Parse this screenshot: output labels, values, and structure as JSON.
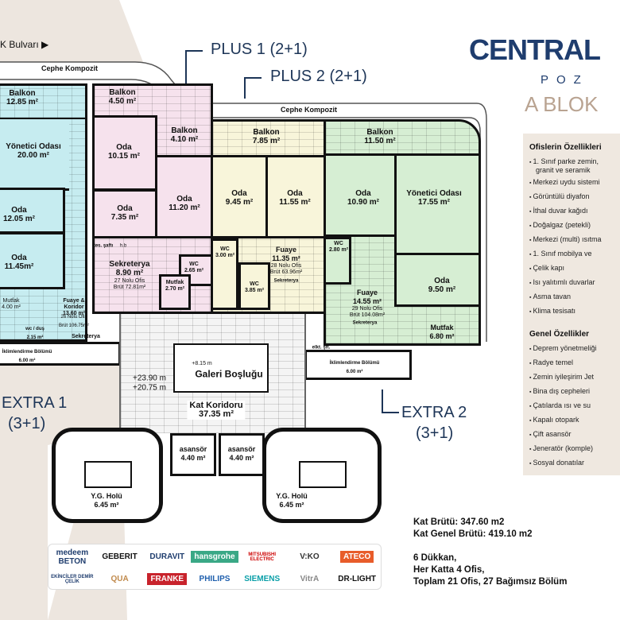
{
  "street": "K Bulvarı ▶",
  "facade": [
    "Cephe Kompozit",
    "Cephe Kompozit"
  ],
  "types": {
    "plus1": "PLUS 1 (2+1)",
    "plus2": "PLUS 2 (2+1)",
    "extra1_a": "EXTRA 1",
    "extra1_b": "(3+1)",
    "extra2_a": "EXTRA 2",
    "extra2_b": "(3+1)"
  },
  "logo": {
    "brand": "CENTRAL",
    "sub": "POZ",
    "block": "A BLOK"
  },
  "rooms": {
    "b_balkon": [
      "Balkon",
      "12.85 m²"
    ],
    "b_yon": [
      "Yönetici Odası",
      "20.00 m²"
    ],
    "b_oda1": [
      "Oda",
      "12.05 m²"
    ],
    "b_oda2": [
      "Oda",
      "11.45m²"
    ],
    "b_mutfak": [
      "Mutfak",
      "4.00 m²"
    ],
    "b_fuaye": [
      "Fuaye &",
      "Koridor",
      "13.60 m²"
    ],
    "b_ofis": [
      "26 Nolu Ofis",
      "Brüt 106.75m²"
    ],
    "b_wc": [
      "wc / duş",
      "2.15 m²"
    ],
    "b_sek": "Sekreterya",
    "b_ikl": [
      "İklimlendirme Bölümü",
      "6.00 m²"
    ],
    "p_balkon": [
      "Balkon",
      "4.50 m²"
    ],
    "p_oda1": [
      "Oda",
      "10.15 m²"
    ],
    "p_oda2": [
      "Oda",
      "7.35 m²"
    ],
    "p_sek": [
      "Sekreterya",
      "8.90 m²"
    ],
    "p_ofis": [
      "27 Nolu Ofis",
      "Brüt 72.81m²"
    ],
    "p_wc": [
      "WC",
      "2.65 m²"
    ],
    "p_mutfak": [
      "Mutfak",
      "2.70 m²"
    ],
    "p_balkon2": [
      "Balkon",
      "4.10 m²"
    ],
    "p_oda3": [
      "Oda",
      "11.20 m²"
    ],
    "y_balkon": [
      "Balkon",
      "7.85 m²"
    ],
    "y_oda1": [
      "Oda",
      "9.45 m²"
    ],
    "y_oda2": [
      "Oda",
      "11.55 m²"
    ],
    "y_wc1": [
      "WC",
      "3.00 m²"
    ],
    "y_fuaye": [
      "Fuaye",
      "11.35 m²"
    ],
    "y_ofis": [
      "28 Nolu Ofis",
      "Brüt 63.96m²"
    ],
    "y_sek": "Sekreterya",
    "y_wc2": [
      "WC",
      "3.85 m²"
    ],
    "g_balkon": [
      "Balkon",
      "11.50 m²"
    ],
    "g_oda1": [
      "Oda",
      "10.90 m²"
    ],
    "g_yon": [
      "Yönetici Odası",
      "17.55 m²"
    ],
    "g_wc": [
      "WC",
      "2.80 m²"
    ],
    "g_fuaye": [
      "Fuaye",
      "14.55 m²"
    ],
    "g_ofis": [
      "29 Nolu Ofis",
      "Brüt 104.08m²"
    ],
    "g_sek": "Sekreterya",
    "g_oda2": [
      "Oda",
      "9.50 m²"
    ],
    "g_mutfak": [
      "Mutfak",
      "6.80 m²"
    ],
    "g_ikl": [
      "İklimlendirme Bölümü",
      "6.00 m²"
    ],
    "g_elk": "elkt. şft.",
    "galeri": "Galeri Boşluğu",
    "galeri_lvl": "+8.15 m",
    "lvl1": "+23.90 m",
    "lvl2": "+20.75 m",
    "koridor": [
      "Kat Koridoru",
      "37.35 m²"
    ],
    "asansor1": [
      "asansör",
      "4.40 m²"
    ],
    "asansor2": [
      "asansör",
      "4.40 m²"
    ],
    "yg1": [
      "Y.G. Holü",
      "6.45 m²"
    ],
    "yg2": [
      "Y.G. Holü",
      "6.45 m²"
    ],
    "tes": "tes. şaftı",
    "hb": "h.b"
  },
  "features": {
    "title": "Ofislerin Özellikleri",
    "items": [
      "1. Sınıf parke zemin,",
      "granit ve seramik",
      "Merkezi uydu sistemi",
      "Görüntülü diyafon",
      "İthal duvar kağıdı",
      "Doğalgaz (petekli)",
      "Merkezi (multi) ısıtma",
      "1. Sınıf mobilya ve",
      "Çelik kapı",
      "Isı yalıtımlı duvarlar",
      "Asma tavan",
      "Klima tesisatı"
    ]
  },
  "general": {
    "title": "Genel Özellikler",
    "items": [
      "Deprem yönetmeliği",
      "Radye temel",
      "Zemin iyileşirim Jet",
      "Bina dış cepheleri",
      "Çatılarda ısı ve su",
      "Kapalı otopark",
      "Çift asansör",
      "Jeneratör (komple)",
      "Sosyal donatılar"
    ]
  },
  "stats": [
    "Kat Brütü: 347.60 m2",
    "Kat Genel Brütü: 419.10 m2",
    "6 Dükkan,",
    "Her Katta 4 Ofis,",
    "Toplam 21 Ofis, 27 Bağımsız Bölüm"
  ],
  "brands": [
    "medeem BETON",
    "GEBERIT",
    "DURAVIT",
    "hansgrohe",
    "MITSUBISHI ELECTRIC",
    "V:KO",
    "ATECO",
    "EKİNCİLER DEMİR ÇELİK",
    "QUA",
    "FRANKE",
    "PHILIPS",
    "SIEMENS",
    "VitrA",
    "DR-LIGHT"
  ],
  "colors": {
    "navy": "#1f3d6e",
    "beige": "#b9a391",
    "office26": "#c6ecf0",
    "office27": "#f6e2ed",
    "office28": "#f8f5da",
    "office29": "#d6eed3"
  }
}
